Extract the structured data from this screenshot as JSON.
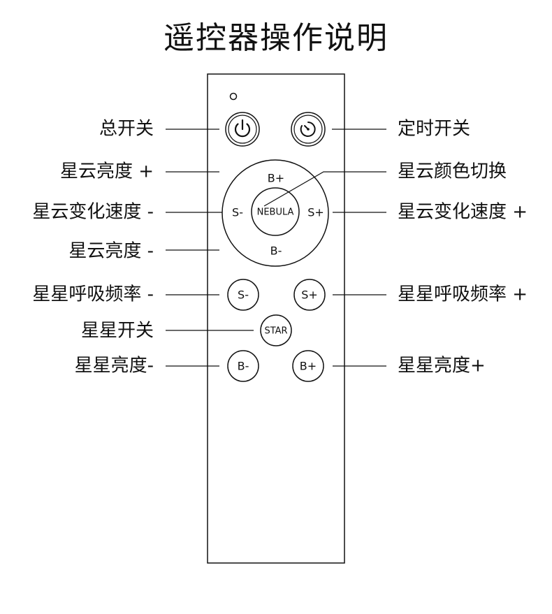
{
  "title": "遥控器操作说明",
  "labels": {
    "power": "总开关",
    "timer": "定时开关",
    "nebula_bright_up": "星云亮度 +",
    "nebula_color": "星云颜色切换",
    "nebula_speed_down": "星云变化速度 -",
    "nebula_speed_up": "星云变化速度 +",
    "nebula_bright_down": "星云亮度 -",
    "star_breath_down": "星星呼吸频率 -",
    "star_breath_up": "星星呼吸频率 +",
    "star_switch": "星星开关",
    "star_bright_down": "星星亮度-",
    "star_bright_up": "星星亮度+"
  },
  "buttons": {
    "dial_top": "B+",
    "dial_left": "S-",
    "dial_right": "S+",
    "dial_bottom": "B-",
    "dial_center": "NEBULA",
    "star_speed_down": "S-",
    "star_speed_up": "S+",
    "star": "STAR",
    "star_bright_down": "B-",
    "star_bright_up": "B+"
  },
  "icons": {
    "indicator": "led-indicator-icon",
    "power": "power-icon",
    "timer": "timer-icon"
  }
}
